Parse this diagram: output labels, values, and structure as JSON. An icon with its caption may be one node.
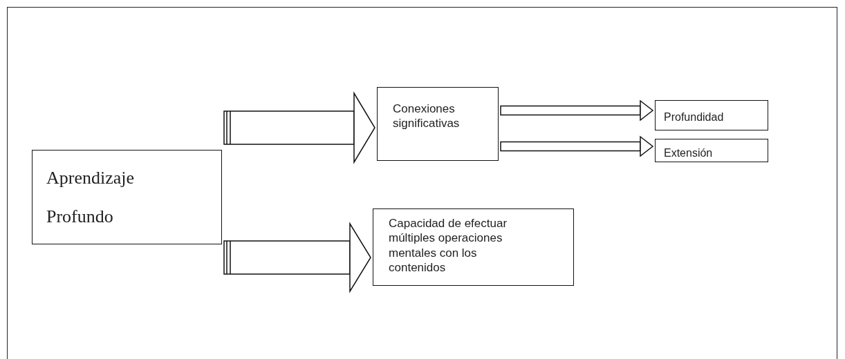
{
  "diagram": {
    "nodes": [
      {
        "text": [
          "Aprendizaje Profundo"
        ]
      },
      {
        "text": [
          "Conexiones significativas"
        ]
      },
      {
        "text": [
          "Profundidad"
        ]
      },
      {
        "text": [
          "Extensión"
        ]
      },
      {
        "text": [
          "Capacidad de efectuar múltiples operaciones mentales con los contenidos"
        ]
      }
    ],
    "edges": [
      {
        "from": 0,
        "to": 1,
        "arrow": "to"
      },
      {
        "from": 1,
        "to": 2,
        "arrow": "to"
      },
      {
        "from": 1,
        "to": 3,
        "arrow": "to"
      },
      {
        "from": 0,
        "to": 4,
        "arrow": "to"
      }
    ]
  }
}
